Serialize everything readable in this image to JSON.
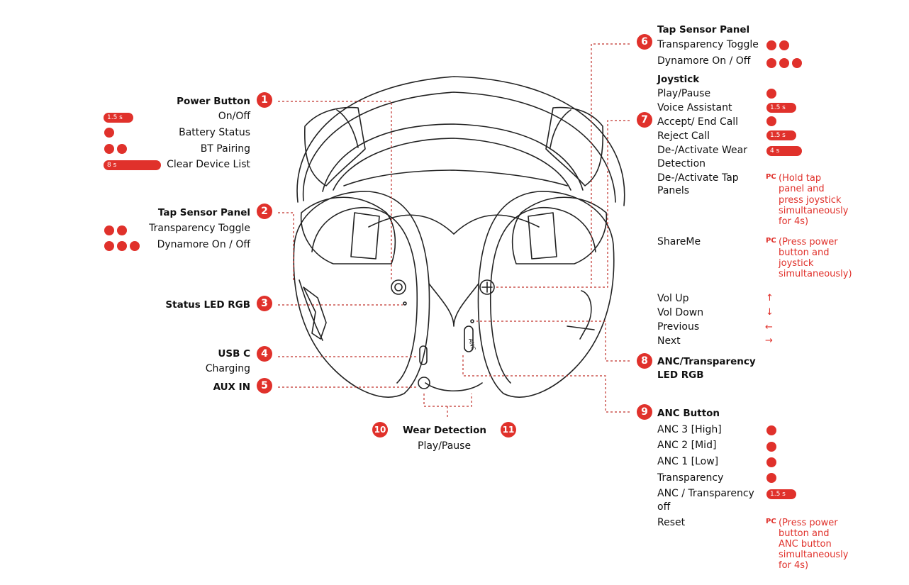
{
  "left": {
    "power": {
      "num": "1",
      "title": "Power Button",
      "items": [
        "On/Off",
        "Battery Status",
        "BT Pairing",
        "Clear Device List"
      ],
      "pill_onoff": "1.5 s",
      "pill_clear": "8 s"
    },
    "tap": {
      "num": "2",
      "title": "Tap Sensor Panel",
      "items": [
        "Transparency Toggle",
        "Dynamore On / Off"
      ]
    },
    "led": {
      "num": "3",
      "title": "Status LED RGB"
    },
    "usb": {
      "num": "4",
      "title": "USB C",
      "sub": "Charging"
    },
    "aux": {
      "num": "5",
      "title": "AUX IN"
    }
  },
  "bottom": {
    "num_left": "10",
    "num_right": "11",
    "title": "Wear Detection",
    "sub": "Play/Pause"
  },
  "right": {
    "tap": {
      "num": "6",
      "title": "Tap Sensor Panel",
      "items": [
        "Transparency Toggle",
        "Dynamore On / Off"
      ]
    },
    "joystick": {
      "num": "7",
      "title": "Joystick",
      "play_pause": "Play/Pause",
      "voice": "Voice Assistant",
      "voice_pill": "1.5 s",
      "accept": "Accept/ End Call",
      "reject": "Reject Call",
      "reject_pill": "1.5 s",
      "wear_1": "De-/Activate Wear",
      "wear_2": "Detection",
      "wear_pill": "4 s",
      "taps_1": "De-/Activate Tap",
      "taps_2": "Panels",
      "taps_pc": "PC",
      "taps_note": [
        "(Hold tap",
        "panel and",
        "press joystick",
        "simultaneously",
        "for 4s)"
      ],
      "share": "ShareMe",
      "share_pc": "PC",
      "share_note": [
        "(Press power",
        "button and",
        "joystick",
        "simultaneously)"
      ],
      "vol_up": "Vol Up",
      "vol_down": "Vol Down",
      "previous": "Previous",
      "next": "Next",
      "arrows": {
        "up": "↑",
        "down": "↓",
        "left": "←",
        "right": "→"
      }
    },
    "anc_led": {
      "num": "8",
      "title_1": "ANC/Transparency",
      "title_2": "LED RGB"
    },
    "anc": {
      "num": "9",
      "title": "ANC Button",
      "high": "ANC 3 [High]",
      "mid": "ANC 2 [Mid]",
      "low": "ANC 1 [Low]",
      "transparency": "Transparency",
      "off_1": "ANC / Transparency",
      "off_2": "off",
      "off_pill": "1.5 s",
      "reset": "Reset",
      "reset_pc": "PC",
      "reset_note": [
        "(Press power",
        "button and",
        "ANC button",
        "simultaneously",
        "for 4s)"
      ]
    }
  },
  "colors": {
    "accent": "#e0312b",
    "line": "#222222"
  },
  "device": {
    "label_anc": "ANC"
  }
}
